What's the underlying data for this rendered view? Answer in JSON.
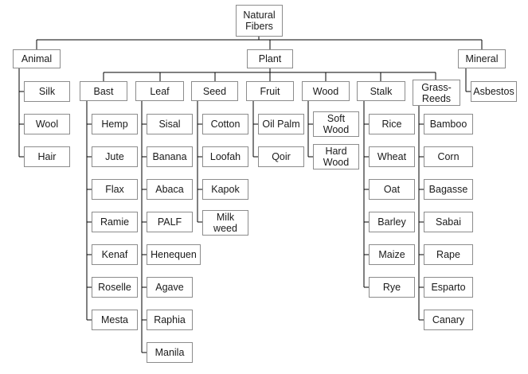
{
  "root": {
    "label": "Natural\nFibers"
  },
  "categories": [
    {
      "label": "Animal",
      "children": [
        "Silk",
        "Wool",
        "Hair"
      ]
    },
    {
      "label": "Plant",
      "groups": [
        {
          "label": "Bast",
          "children": [
            "Hemp",
            "Jute",
            "Flax",
            "Ramie",
            "Kenaf",
            "Roselle",
            "Mesta"
          ]
        },
        {
          "label": "Leaf",
          "children": [
            "Sisal",
            "Banana",
            "Abaca",
            "PALF",
            "Henequen",
            "Agave",
            "Raphia",
            "Manila"
          ]
        },
        {
          "label": "Seed",
          "children": [
            "Cotton",
            "Loofah",
            "Kapok",
            "Milk\nweed"
          ]
        },
        {
          "label": "Fruit",
          "children": [
            "Oil Palm",
            "Qoir"
          ]
        },
        {
          "label": "Wood",
          "children": [
            "Soft\nWood",
            "Hard\nWood"
          ]
        },
        {
          "label": "Stalk",
          "children": [
            "Rice",
            "Wheat",
            "Oat",
            "Barley",
            "Maize",
            "Rye"
          ]
        },
        {
          "label": "Grass-\nReeds",
          "children": [
            "Bamboo",
            "Corn",
            "Bagasse",
            "Sabai",
            "Rape",
            "Esparto",
            "Canary"
          ]
        }
      ]
    },
    {
      "label": "Mineral",
      "children": [
        "Asbestos"
      ]
    }
  ],
  "colors": {
    "border": "#8c8c8c",
    "line": "#000000",
    "text": "#1a1a1a"
  }
}
